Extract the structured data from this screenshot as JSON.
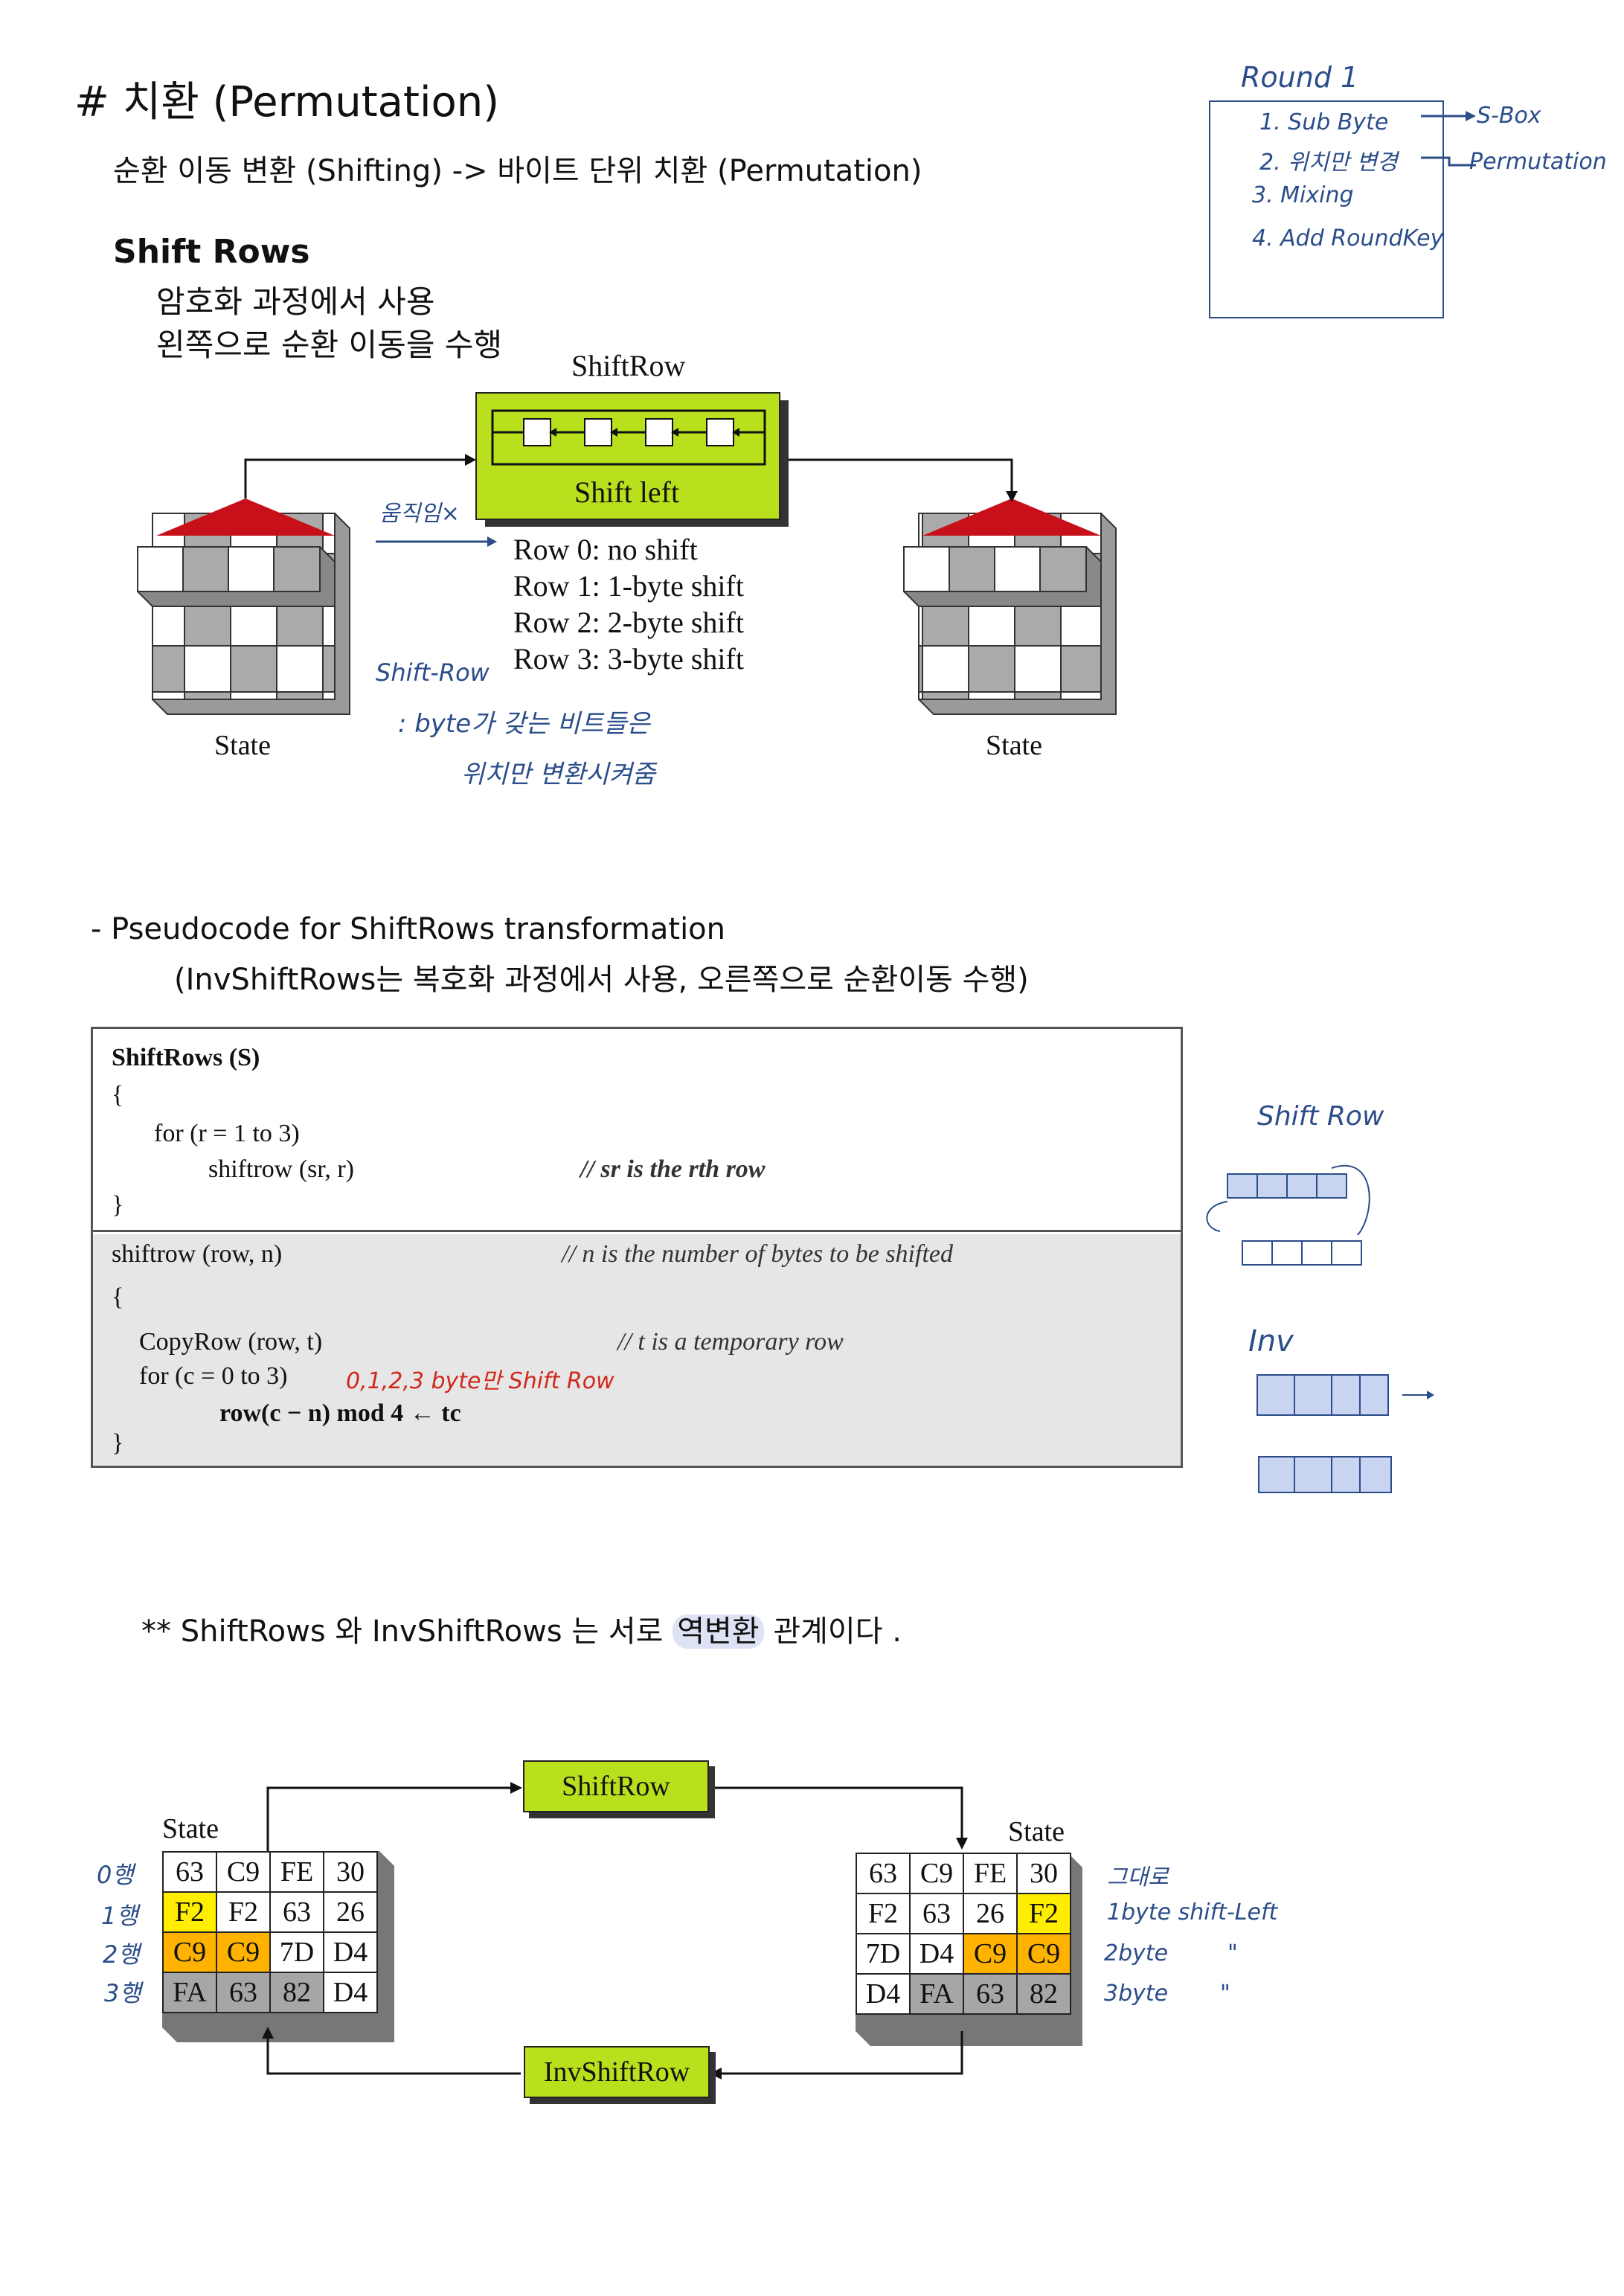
{
  "page": {
    "title": "# 치환 (Permutation)",
    "subtitle": "순환 이동 변환 (Shifting) -> 바이트 단위 치환 (Permutation)"
  },
  "shift_rows": {
    "heading": "Shift Rows",
    "line1": "암호화 과정에서 사용",
    "line2": "왼쪽으로 순환 이동을 수행"
  },
  "round_note": {
    "title": "Round 1",
    "items": [
      "1. Sub Byte",
      "2. 위치만 변경",
      "3. Mixing",
      "4. Add RoundKey"
    ],
    "sbox_label": "S-Box",
    "permutation_label": "Permutation"
  },
  "diagram1": {
    "caption": "ShiftRow",
    "box_label": "Shift left",
    "rows": [
      "Row 0: no shift",
      "Row 1: 1-byte shift",
      "Row 2: 2-byte shift",
      "Row 3: 3-byte shift"
    ],
    "state_left": "State",
    "state_right": "State",
    "note_move": "움직임×",
    "note_shift_title": "Shift-Row",
    "note_shift_line1": ": byte가 갖는 비트들은",
    "note_shift_line2": "위치만 변환시켜줌"
  },
  "pseudocode": {
    "title": "- Pseudocode for ShiftRows transformation",
    "subtitle": "(InvShiftRows는 복호화 과정에서 사용, 오른쪽으로 순환이동 수행)",
    "lines_top": {
      "header": "ShiftRows (S)",
      "open": "{",
      "for": "for (r = 1 to 3)",
      "call": "shiftrow (sr, r)",
      "comment": "// sr is the rth row",
      "close": "}"
    },
    "lines_bottom": {
      "header": "shiftrow (row, n)",
      "comment": "// n is the number of bytes to be shifted",
      "open": "{",
      "copy": "CopyRow (row, t)",
      "copy_comment": "// t is a temporary row",
      "for": "for (c = 0 to 3)",
      "assign": "row(c − n) mod 4 ← tc",
      "close": "}",
      "handwritten": "0,1,2,3 byte만 Shift Row"
    },
    "side_notes": {
      "shift": "Shift Row",
      "inv": "Inv"
    }
  },
  "inverse_note": {
    "prefix": "** ShiftRows 와 InvShiftRows 는 서로 ",
    "highlight": "역변환",
    "suffix": " 관계이다 ."
  },
  "diagram2": {
    "shift_label": "ShiftRow",
    "inv_label": "InvShiftRow",
    "state_left": "State",
    "state_right": "State",
    "left_rows": [
      [
        "63",
        "C9",
        "FE",
        "30"
      ],
      [
        "F2",
        "F2",
        "63",
        "26"
      ],
      [
        "C9",
        "C9",
        "7D",
        "D4"
      ],
      [
        "FA",
        "63",
        "82",
        "D4"
      ]
    ],
    "right_rows": [
      [
        "63",
        "C9",
        "FE",
        "30"
      ],
      [
        "F2",
        "63",
        "26",
        "F2"
      ],
      [
        "7D",
        "D4",
        "C9",
        "C9"
      ],
      [
        "D4",
        "FA",
        "63",
        "82"
      ]
    ],
    "row_labels": [
      "0행",
      "1행",
      "2행",
      "3행"
    ],
    "right_notes": [
      "그대로",
      "1byte shift-Left",
      "2byte",
      "3byte"
    ],
    "ditto": "\""
  }
}
